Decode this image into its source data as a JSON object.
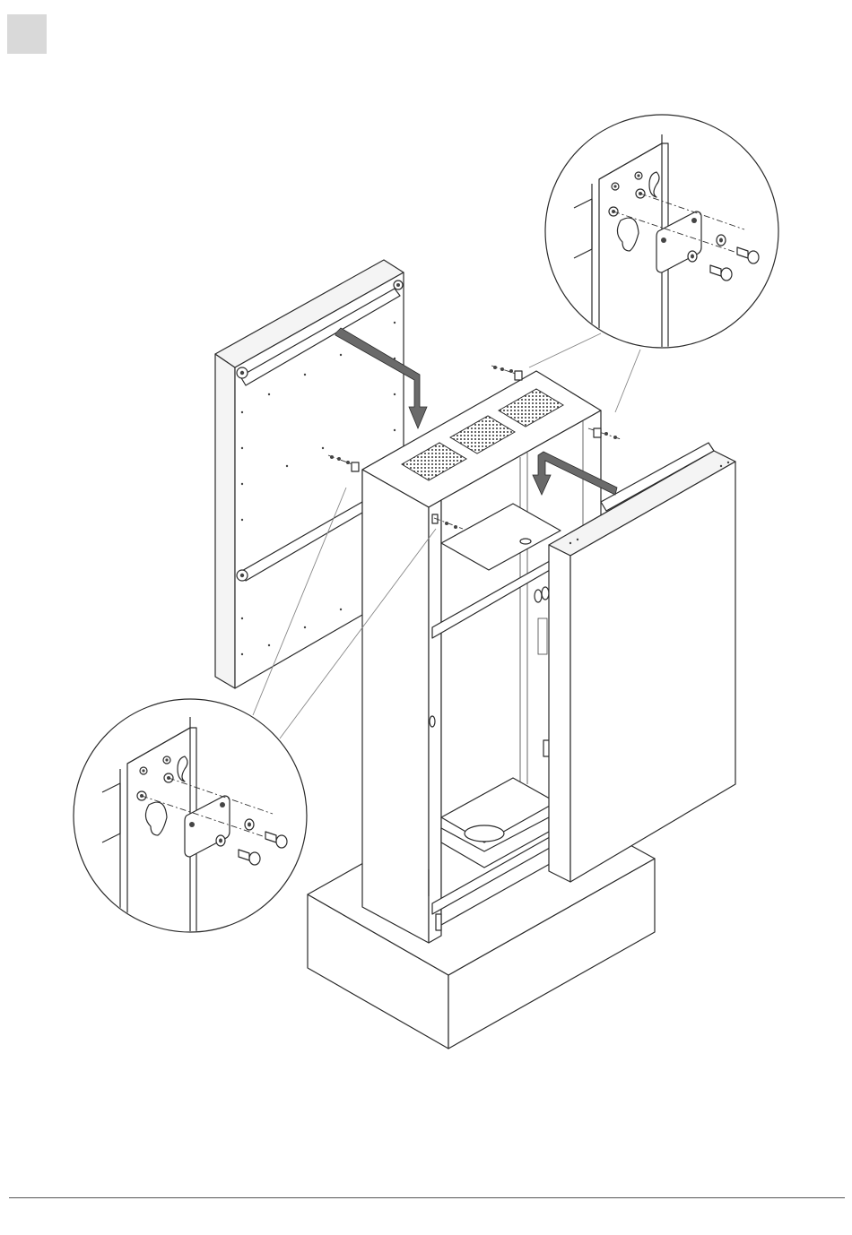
{
  "page": {
    "step_number": "",
    "colors": {
      "step_box": "#d9d9d9",
      "line": "#2b2b2b",
      "arrow": "#6a6a6a",
      "leader": "#888888"
    }
  },
  "diagram": {
    "type": "exploded assembly illustration",
    "components": [
      "cabinet-frame",
      "left-side-panel",
      "right-side-panel",
      "plinth-base",
      "top-vent-grilles",
      "detail-callout-top-right",
      "detail-callout-bottom-left"
    ],
    "detail_callout": {
      "parts": [
        "bracket-plate",
        "washer",
        "hex-socket-screw"
      ],
      "screw_count": 2
    },
    "arrows": [
      "install-direction-left-panel",
      "install-direction-right-panel"
    ]
  }
}
